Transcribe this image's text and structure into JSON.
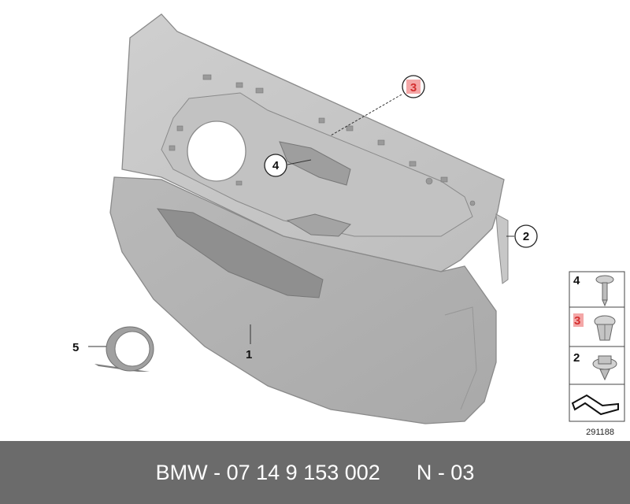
{
  "diagram": {
    "callouts": {
      "panel": "1",
      "clip_right": "2",
      "clip_top": "3",
      "screw_handle": "4",
      "ring": "5"
    },
    "legend": [
      {
        "label": "4",
        "icon": "screw-icon",
        "highlighted": false
      },
      {
        "label": "3",
        "icon": "expanding-clip-icon",
        "highlighted": true
      },
      {
        "label": "2",
        "icon": "plastic-nut-icon",
        "highlighted": false
      },
      {
        "label": "",
        "icon": "bracket-symbol-icon",
        "highlighted": false
      }
    ],
    "image_number": "291188",
    "colors": {
      "highlight": "#d32f2f",
      "highlight_fill": "#f4a7a7",
      "footer_bg": "#6b6b6b"
    }
  },
  "footer": {
    "part_number": "BMW - 07 14 9 153 002",
    "suffix": "N - 03"
  }
}
